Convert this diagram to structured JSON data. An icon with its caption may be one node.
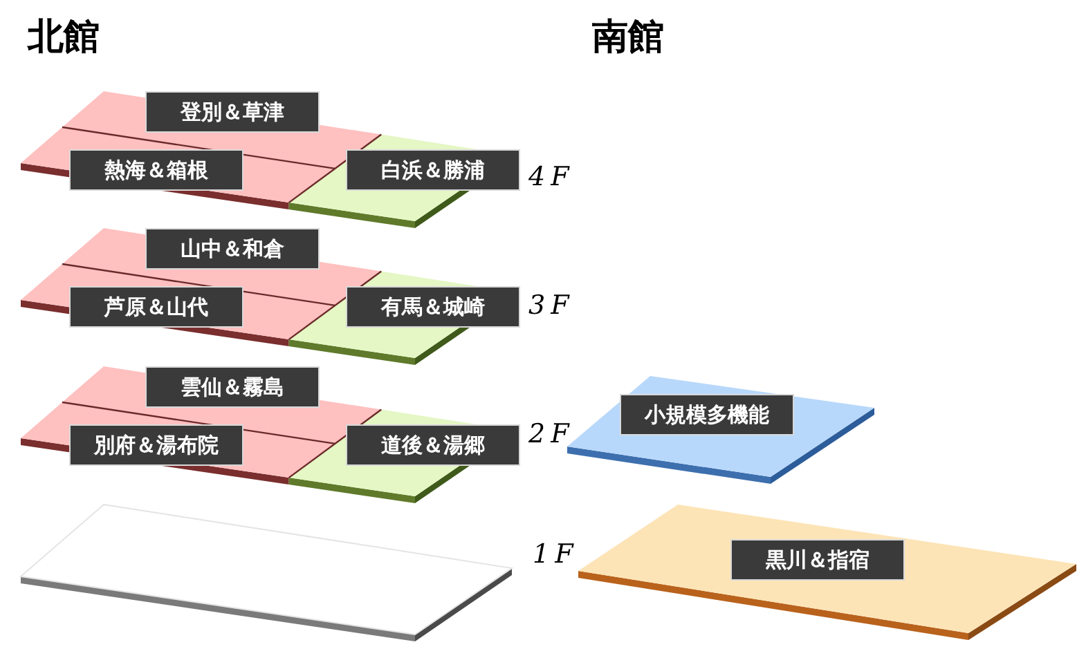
{
  "diagram": {
    "nodes": [
      {
        "text": [
          "登別＆草津"
        ]
      },
      {
        "text": [
          "熱海＆箱根"
        ]
      },
      {
        "text": [
          "白浜＆勝浦"
        ]
      },
      {
        "text": [
          "山中＆和倉"
        ]
      },
      {
        "text": [
          "芦原＆山代"
        ]
      },
      {
        "text": [
          "有馬＆城崎"
        ]
      },
      {
        "text": [
          "雲仙＆霧島"
        ]
      },
      {
        "text": [
          "別府＆湯布院"
        ]
      },
      {
        "text": [
          "道後＆湯郷"
        ]
      },
      {
        "text": [
          "小規模多機能"
        ]
      },
      {
        "text": [
          "黒川＆指宿"
        ]
      }
    ],
    "labels": [
      "北館",
      "南館",
      "4F",
      "3F",
      "2F",
      "1F"
    ]
  }
}
